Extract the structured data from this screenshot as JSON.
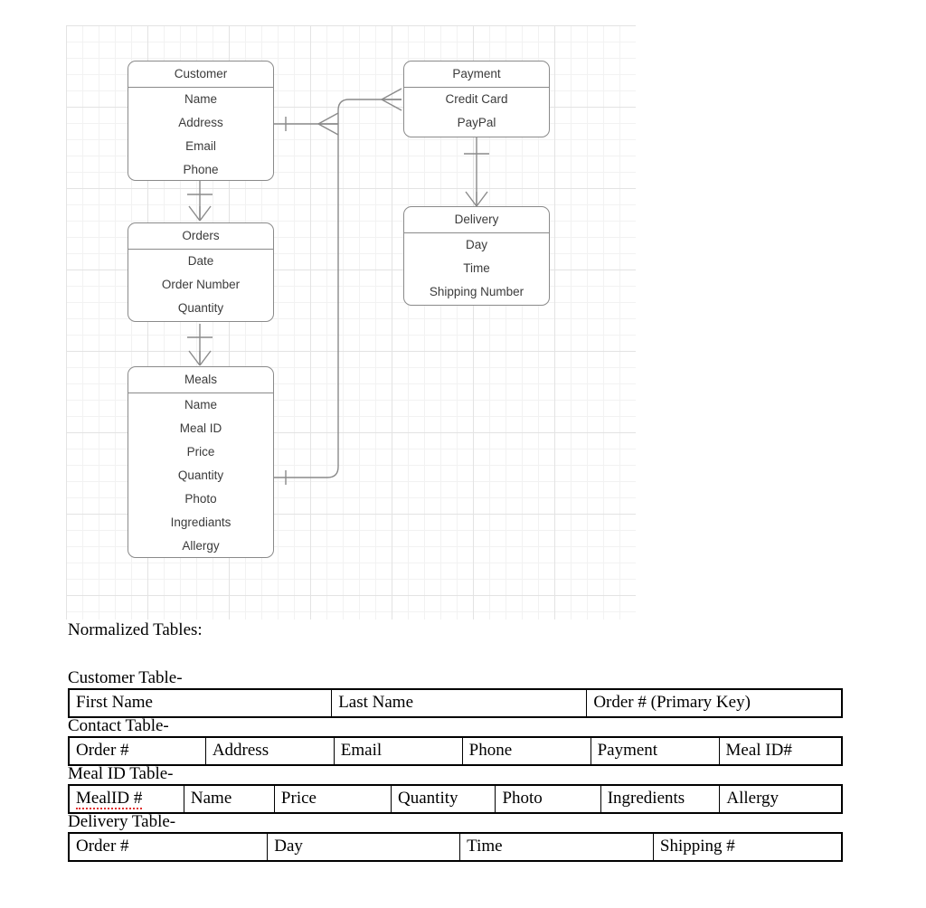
{
  "diagram": {
    "type": "entity-relationship-diagram",
    "notation": "crows-foot",
    "entities": [
      {
        "id": "customer",
        "title": "Customer",
        "attributes": [
          "Name",
          "Address",
          "Email",
          "Phone"
        ]
      },
      {
        "id": "payment",
        "title": "Payment",
        "attributes": [
          "Credit Card",
          "PayPal"
        ]
      },
      {
        "id": "delivery",
        "title": "Delivery",
        "attributes": [
          "Day",
          "Time",
          "Shipping Number"
        ]
      },
      {
        "id": "orders",
        "title": "Orders",
        "attributes": [
          "Date",
          "Order Number",
          "Quantity"
        ]
      },
      {
        "id": "meals",
        "title": "Meals",
        "attributes": [
          "Name",
          "Meal ID",
          "Price",
          "Quantity",
          "Photo",
          "Ingrediants",
          "Allergy"
        ]
      }
    ],
    "relationships": [
      {
        "from": "customer",
        "to": "meals",
        "from_cardinality": "one",
        "to_cardinality": "many"
      },
      {
        "from": "meals",
        "to": "payment",
        "from_cardinality": "one",
        "to_cardinality": "many"
      },
      {
        "from": "customer",
        "to": "orders",
        "from_cardinality": "one",
        "to_cardinality": "many"
      },
      {
        "from": "orders",
        "to": "meals",
        "from_cardinality": "one",
        "to_cardinality": "many"
      },
      {
        "from": "payment",
        "to": "delivery",
        "from_cardinality": "one",
        "to_cardinality": "many"
      }
    ],
    "colors": {
      "entity_border": "#8a8a8a",
      "entity_text": "#3b3b3b",
      "connector": "#8a8a8a",
      "grid_minor": "#f2f2f2",
      "grid_major": "#e3e3e3",
      "canvas": "#ffffff"
    }
  },
  "tables_section": {
    "heading": "Normalized Tables:",
    "tables": [
      {
        "caption": "Customer Table-",
        "columns": [
          "First Name",
          "Last Name",
          "Order # (Primary Key)"
        ],
        "widths": [
          34,
          33,
          33
        ]
      },
      {
        "caption": "Contact Table-",
        "columns": [
          "Order #",
          "Address",
          "Email",
          "Phone",
          "Payment",
          "Meal ID#"
        ],
        "widths": [
          17.7,
          16.6,
          16.6,
          16.6,
          16.6,
          15.9
        ]
      },
      {
        "caption": "Meal ID Table-",
        "columns": [
          "MealID #",
          "Name",
          "Price",
          "Quantity",
          "Photo",
          "Ingredients",
          "Allergy"
        ],
        "widths": [
          14.9,
          11.7,
          15.1,
          13.5,
          13.6,
          15.4,
          15.8
        ],
        "spell_error_index": 0
      },
      {
        "caption": "Delivery Table-",
        "columns": [
          "Order #",
          "Day",
          "Time",
          "Shipping #"
        ],
        "widths": [
          25.7,
          24.9,
          25.0,
          24.4
        ]
      }
    ],
    "colors": {
      "border": "#000000",
      "text": "#000000",
      "spell_error_underline": "#e03030"
    }
  }
}
